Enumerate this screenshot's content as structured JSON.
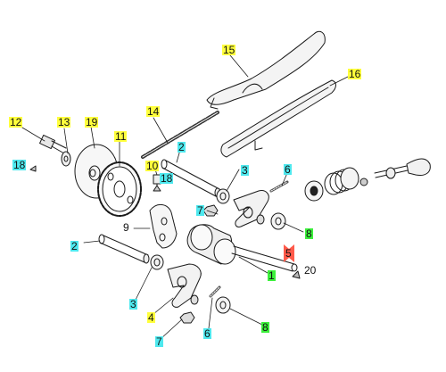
{
  "colors": {
    "line": "#1a1a1a",
    "yellow_highlight": "#ffff3c",
    "cyan_highlight": "#4ee8ee",
    "green_highlight": "#3cf03c",
    "red_highlight": "#ff5a4a"
  },
  "callouts": {
    "c15": "15",
    "c16": "16",
    "c14": "14",
    "c12": "12",
    "c13": "13",
    "c19": "19",
    "c11": "11",
    "c18a": "18",
    "c2a": "2",
    "c10": "10",
    "c18b": "18",
    "c3a": "3",
    "c6a": "6",
    "c9": "9",
    "c7a": "7",
    "c8a": "8",
    "c2b": "2",
    "c5": "5",
    "c20": "20",
    "c1": "1",
    "c3b": "3",
    "c4": "4",
    "c7b": "7",
    "c6b": "6",
    "c8b": "8"
  }
}
